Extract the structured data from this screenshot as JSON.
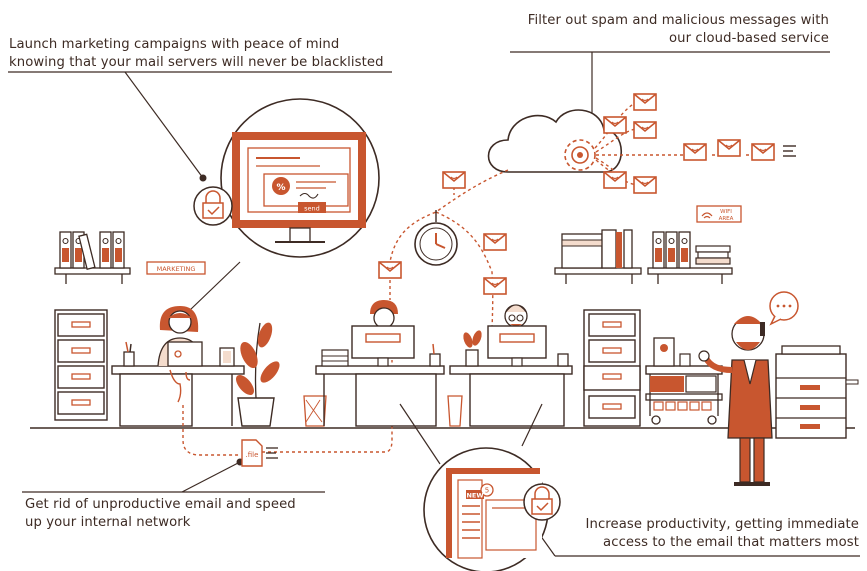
{
  "colors": {
    "accent": "#c8562f",
    "line": "#3d2b24",
    "fill_light": "#f4dccd",
    "background": "#ffffff"
  },
  "captions": {
    "top_left": {
      "line1": "Launch marketing campaigns with peace of mind",
      "line2": "knowing that your mail servers will never be blacklisted"
    },
    "top_right": {
      "line1": "Filter out spam and malicious messages with",
      "line2": "our cloud-based service"
    },
    "bottom_left": {
      "line1": "Get rid of unproductive email and speed",
      "line2": "up your internal network"
    },
    "bottom_right": {
      "line1": "Increase productivity, getting immediate",
      "line2": "access to the email that matters most"
    }
  },
  "labels": {
    "marketing_sign": "MARKETING",
    "wifi_sign_line1": "WIFI",
    "wifi_sign_line2": "AREA",
    "file_icon": ".file",
    "send_button": "send",
    "percent_badge": "%",
    "new_badge": "NEW",
    "notification_badge": "5"
  },
  "icons": [
    "cloud-icon",
    "gear-icon",
    "clock-icon",
    "lock-icon",
    "envelope-icon",
    "speech-bubble-icon",
    "file-icon"
  ]
}
